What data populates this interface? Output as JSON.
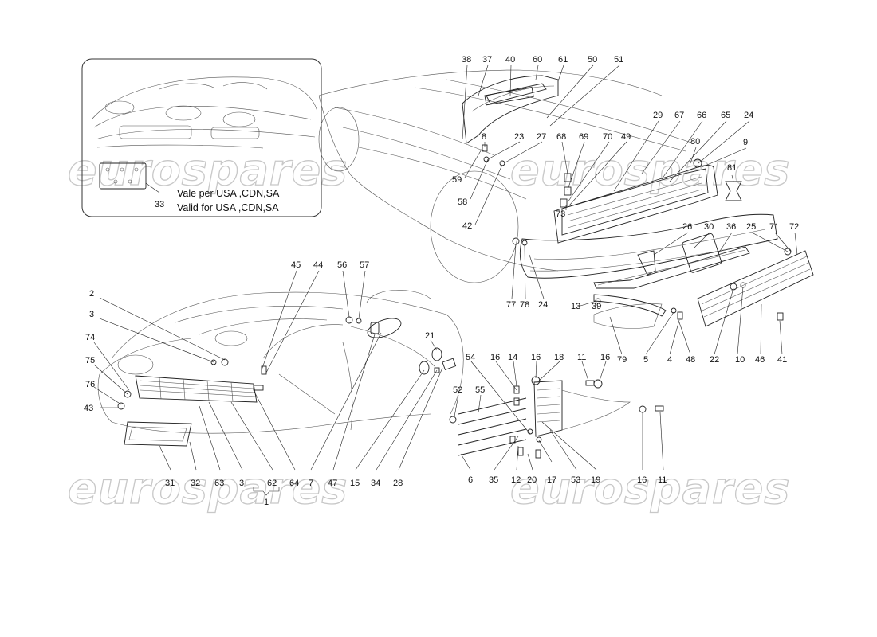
{
  "watermark": "eurospares",
  "inset": {
    "line1": "Vale per USA ,CDN,SA",
    "line2": "Valid for USA ,CDN,SA",
    "callout": "33"
  },
  "group_bracket_label": "1",
  "callouts": [
    "38",
    "37",
    "40",
    "60",
    "61",
    "50",
    "51",
    "29",
    "67",
    "66",
    "65",
    "24",
    "80",
    "9",
    "81",
    "8",
    "23",
    "27",
    "68",
    "69",
    "70",
    "49",
    "59",
    "58",
    "42",
    "73",
    "77",
    "78",
    "24",
    "26",
    "30",
    "36",
    "25",
    "71",
    "72",
    "13",
    "39",
    "79",
    "5",
    "4",
    "48",
    "22",
    "10",
    "46",
    "41",
    "45",
    "44",
    "56",
    "57",
    "2",
    "3",
    "74",
    "75",
    "76",
    "43",
    "21",
    "54",
    "16",
    "14",
    "16",
    "18",
    "11",
    "16",
    "52",
    "55",
    "31",
    "32",
    "63",
    "3",
    "62",
    "64",
    "7",
    "47",
    "15",
    "34",
    "28",
    "6",
    "35",
    "12",
    "20",
    "17",
    "53",
    "19",
    "16",
    "11"
  ]
}
